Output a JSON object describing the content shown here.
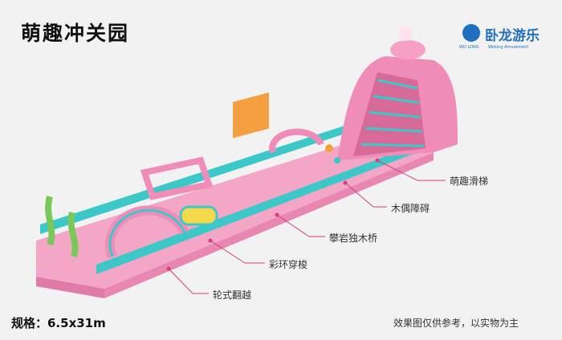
{
  "title": "萌趣冲关园",
  "logo": {
    "name": "卧龙游乐",
    "sub_left": "WO LONG",
    "sub_right": "Wolong Amusement"
  },
  "callouts": [
    {
      "label": "萌趣滑梯"
    },
    {
      "label": "木偶障碍"
    },
    {
      "label": "攀岩独木桥"
    },
    {
      "label": "彩环穿梭"
    },
    {
      "label": "轮式翻越"
    }
  ],
  "spec": "规格：6.5x31m",
  "note": "效果图仅供参考，以实物为主",
  "colors": {
    "pink": "#f08cb8",
    "cyan": "#3cc8c8",
    "accent": "#d0407a"
  }
}
